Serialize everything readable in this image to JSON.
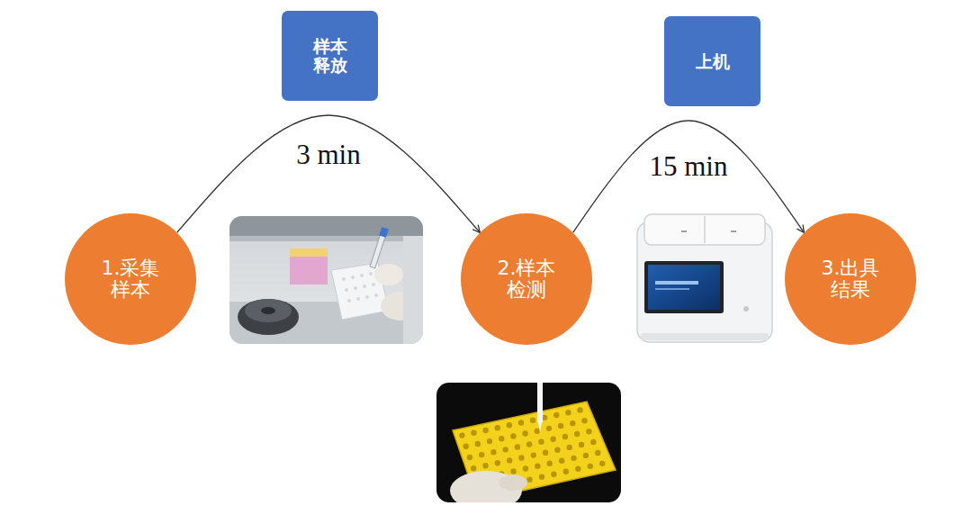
{
  "diagram": {
    "nodes": [
      {
        "text": [
          "样本 释放"
        ]
      },
      {
        "text": [
          "上机"
        ]
      },
      {
        "text": [
          "1.采集 样本"
        ]
      },
      {
        "text": [
          "2.样本 检测"
        ]
      },
      {
        "text": [
          "3.出具 结果"
        ]
      }
    ],
    "edges": [
      {
        "from": 2,
        "to": 3,
        "label": "3 min",
        "arrow": "to"
      },
      {
        "from": 3,
        "to": 4,
        "label": "15 min",
        "arrow": "to"
      }
    ]
  }
}
